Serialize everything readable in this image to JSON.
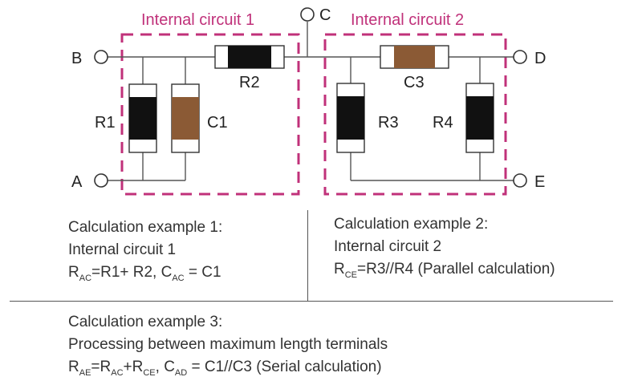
{
  "labels": {
    "box1": "Internal circuit 1",
    "box2": "Internal circuit 2",
    "terminals": {
      "A": "A",
      "B": "B",
      "C": "C",
      "D": "D",
      "E": "E"
    },
    "components": {
      "R1": "R1",
      "R2": "R2",
      "R3": "R3",
      "R4": "R4",
      "C1": "C1",
      "C3": "C3"
    }
  },
  "colors": {
    "resistor": "#111111",
    "capacitor": "#8b5a35",
    "box_border": "#c0317a",
    "wire": "#555555"
  },
  "calc1": {
    "title": "Calculation example 1:",
    "line2": "Internal circuit 1",
    "f": {
      "r": "R",
      "rsub": "AC",
      "a": "=R1+ R2, C",
      "csub": "AC",
      "b": " = C1"
    }
  },
  "calc2": {
    "title": "Calculation example 2:",
    "line2": "Internal circuit 2",
    "f": {
      "r": "R",
      "rsub": "CE",
      "a": "=R3//R4 (Parallel calculation)"
    }
  },
  "calc3": {
    "title": "Calculation example 3:",
    "line2": "Processing between maximum length terminals",
    "f": {
      "r1": "R",
      "s1": "AE",
      "e1": "=R",
      "s2": "AC",
      "e2": "+R",
      "s3": "CE",
      "e3": ", C",
      "s4": "AD",
      "e4": " = C1//C3 (Serial calculation)"
    }
  }
}
